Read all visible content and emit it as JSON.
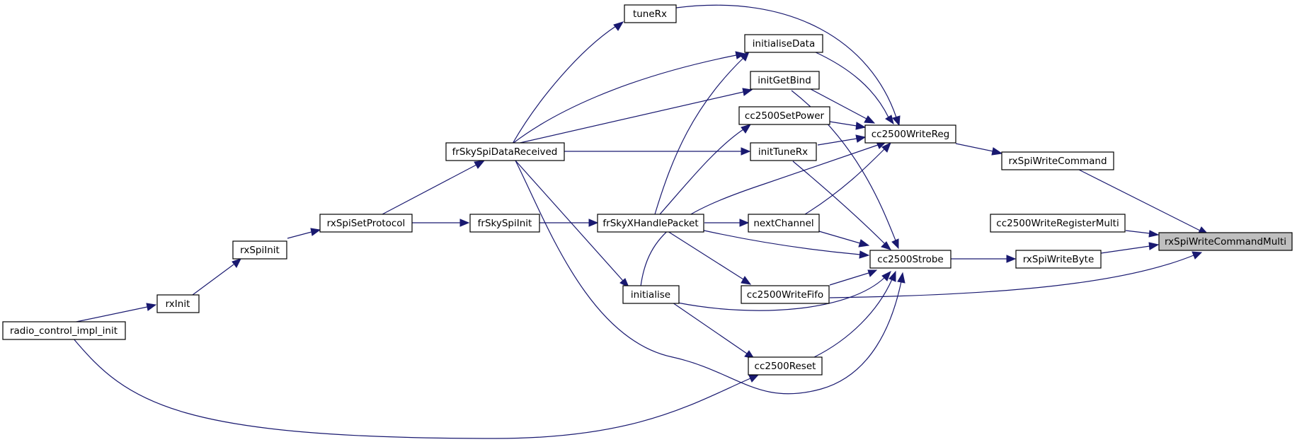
{
  "diagram": {
    "nodes": {
      "rxSpiWriteCommandMulti": "rxSpiWriteCommandMulti",
      "rxSpiWriteCommand": "rxSpiWriteCommand",
      "cc2500WriteRegisterMulti": "cc2500WriteRegisterMulti",
      "rxSpiWriteByte": "rxSpiWriteByte",
      "cc2500WriteReg": "cc2500WriteReg",
      "cc2500Strobe": "cc2500Strobe",
      "tuneRx": "tuneRx",
      "initialiseData": "initialiseData",
      "initGetBind": "initGetBind",
      "cc2500SetPower": "cc2500SetPower",
      "initTuneRx": "initTuneRx",
      "nextChannel": "nextChannel",
      "cc2500WriteFifo": "cc2500WriteFifo",
      "cc2500Reset": "cc2500Reset",
      "initialise": "initialise",
      "frSkyXHandlePacket": "frSkyXHandlePacket",
      "frSkySpiDataReceived": "frSkySpiDataReceived",
      "frSkySpiInit": "frSkySpiInit",
      "rxSpiSetProtocol": "rxSpiSetProtocol",
      "rxSpiInit": "rxSpiInit",
      "rxInit": "rxInit",
      "radio_control_impl_init": "radio_control_impl_init"
    },
    "highlighted": "rxSpiWriteCommandMulti",
    "colors": {
      "edge": "#191970",
      "highlight_fill": "#bfbfbf",
      "node_border": "#000000"
    }
  }
}
